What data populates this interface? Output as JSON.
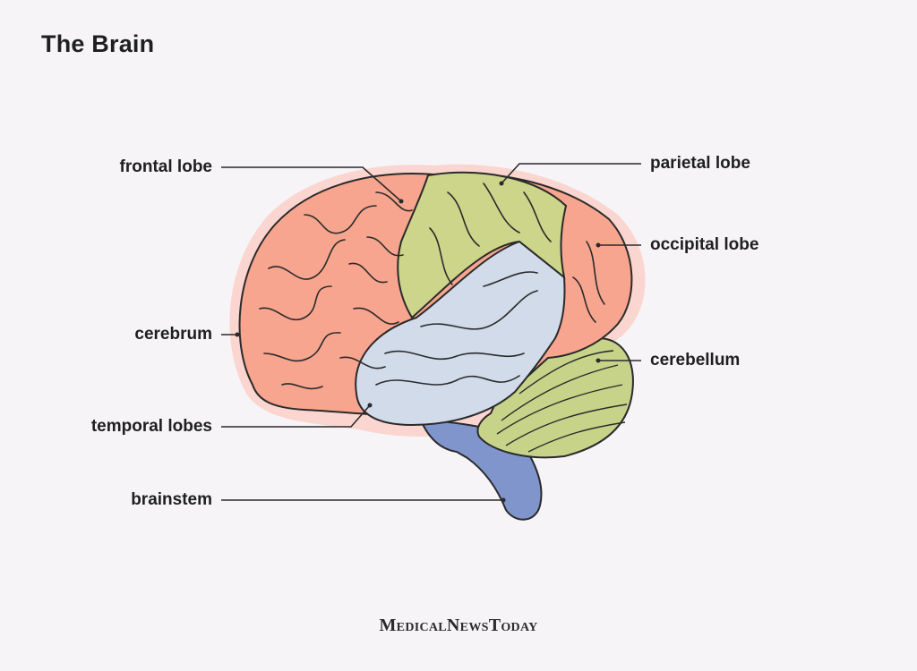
{
  "title": "The Brain",
  "labels": {
    "frontal_lobe": "frontal lobe",
    "cerebrum": "cerebrum",
    "temporal_lobes": "temporal lobes",
    "brainstem": "brainstem",
    "parietal_lobe": "parietal lobe",
    "occipital_lobe": "occipital lobe",
    "cerebellum": "cerebellum"
  },
  "brand": "MedicalNewsToday",
  "colors": {
    "background": "#f6f4f7",
    "frontal": "#f7a58f",
    "glow": "#fbd6d0",
    "parietal": "#ccd58a",
    "temporal": "#d1dbea",
    "cerebellum": "#c8d38a",
    "brainstem": "#7f95cc",
    "outline": "#2a2a2a"
  }
}
